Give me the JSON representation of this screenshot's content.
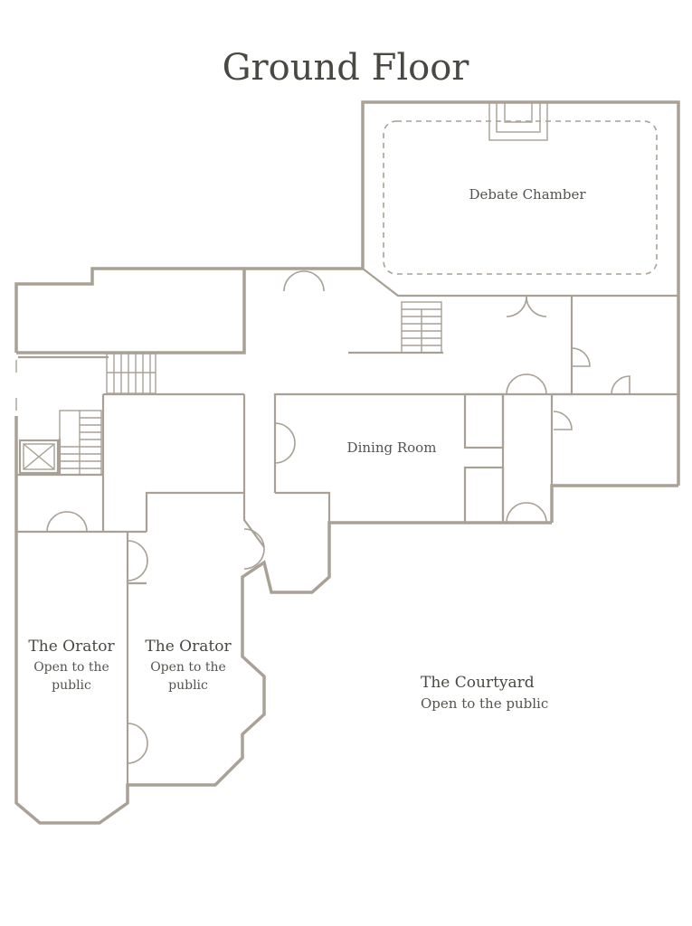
{
  "title": "Ground Floor",
  "colors": {
    "wall": "#a9a195",
    "text": "#4a4842",
    "background": "#ffffff"
  },
  "rooms": {
    "debate_chamber": {
      "name": "Debate Chamber"
    },
    "dining_room": {
      "name": "Dining Room"
    },
    "orator_left": {
      "name": "The Orator",
      "note_line1": "Open to the",
      "note_line2": "public"
    },
    "orator_right": {
      "name": "The Orator",
      "note_line1": "Open to the",
      "note_line2": "public"
    },
    "courtyard": {
      "name": "The Courtyard",
      "note": "Open to the public"
    }
  },
  "icons": {
    "lift": "lift-icon",
    "stairs": "stairs-icon",
    "door": "door-icon"
  }
}
